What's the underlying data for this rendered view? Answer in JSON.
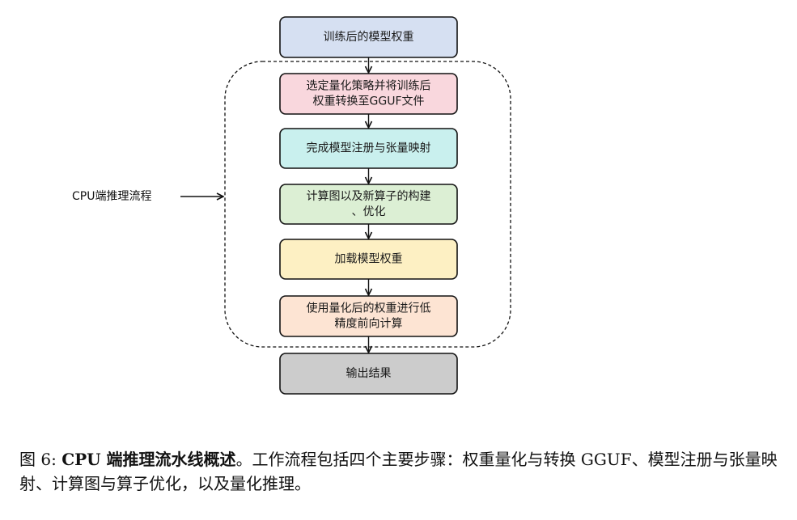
{
  "flowchart": {
    "nodes": [
      {
        "id": "input",
        "lines": [
          "训练后的模型权重"
        ],
        "fill": "#d6e0f2"
      },
      {
        "id": "step1",
        "lines": [
          "选定量化策略并将训练后",
          "权重转换至GGUF文件"
        ],
        "fill": "#f9d7dd"
      },
      {
        "id": "step2",
        "lines": [
          "完成模型注册与张量映射"
        ],
        "fill": "#c9f0ee"
      },
      {
        "id": "step3",
        "lines": [
          "计算图以及新算子的构建",
          "、优化"
        ],
        "fill": "#dcefd4"
      },
      {
        "id": "step4",
        "lines": [
          "加载模型权重"
        ],
        "fill": "#fdf0c3"
      },
      {
        "id": "step5",
        "lines": [
          "使用量化后的权重进行低",
          "精度前向计算"
        ],
        "fill": "#fde4d3"
      },
      {
        "id": "output",
        "lines": [
          "输出结果"
        ],
        "fill": "#cccccc"
      }
    ],
    "group_label": "CPU端推理流程"
  },
  "caption": {
    "prefix": "图 6: ",
    "bold": "CPU 端推理流水线概述",
    "rest": "。工作流程包括四个主要步骤：权重量化与转换 GGUF、模型注册与张量映射、计算图与算子优化，以及量化推理。"
  }
}
